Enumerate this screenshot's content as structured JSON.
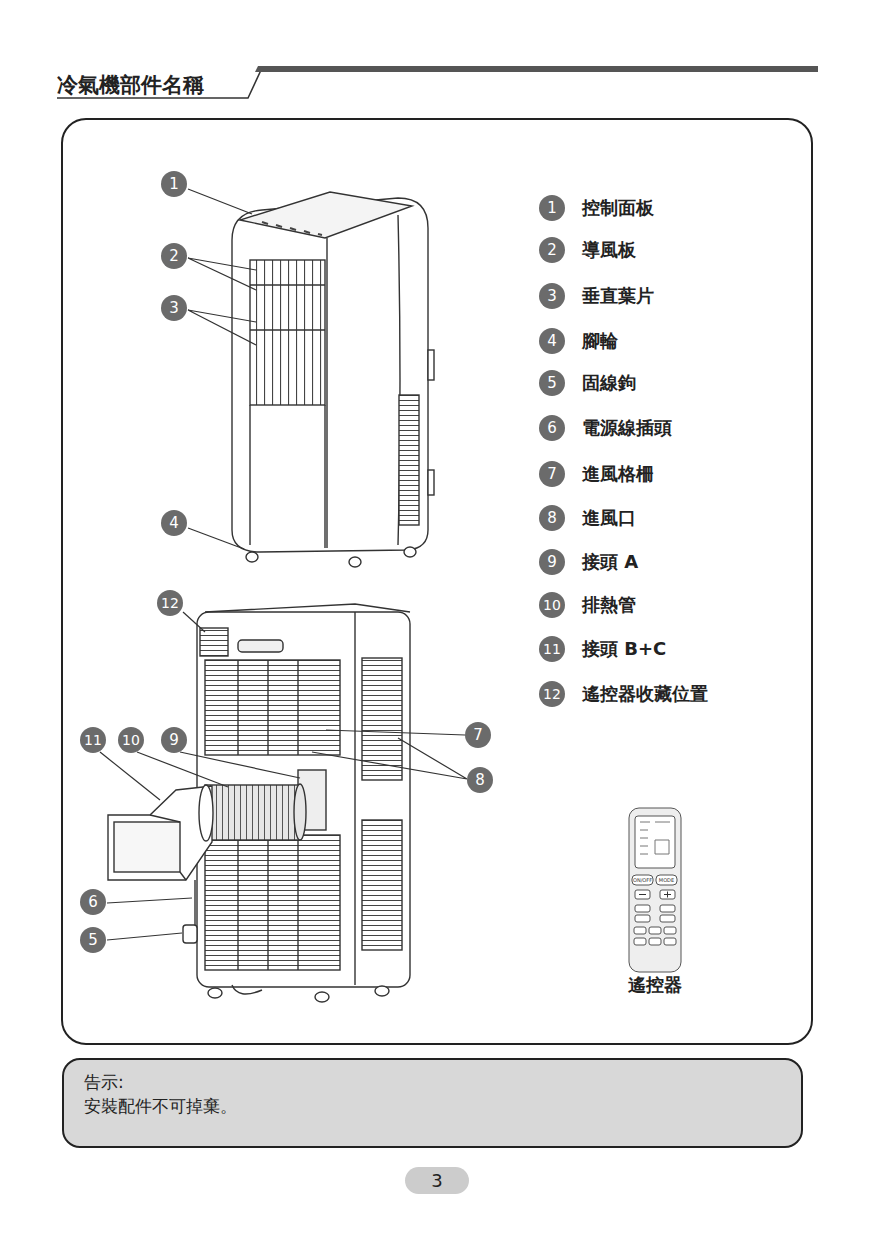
{
  "diagram": {
    "title": "冷氣機部件名稱",
    "nodes": [
      {
        "text": [
          "告示:",
          "安裝配件不可掉棄。"
        ]
      },
      {
        "text": [
          "3"
        ]
      }
    ],
    "labels": [
      "1",
      "2",
      "3",
      "4",
      "12",
      "11",
      "10",
      "9",
      "7",
      "8",
      "6",
      "5",
      "1",
      "控制面板",
      "2",
      "導風板",
      "3",
      "垂直葉片",
      "4",
      "腳輪",
      "5",
      "固線鉤",
      "6",
      "電源線插頭",
      "7",
      "進風格柵",
      "8",
      "進風口",
      "9",
      "接頭 A",
      "10",
      "排熱管",
      "11",
      "接頭 B+C",
      "12",
      "遙控器收藏位置",
      "ON/OFF",
      "MODE",
      "遙控器"
    ]
  }
}
